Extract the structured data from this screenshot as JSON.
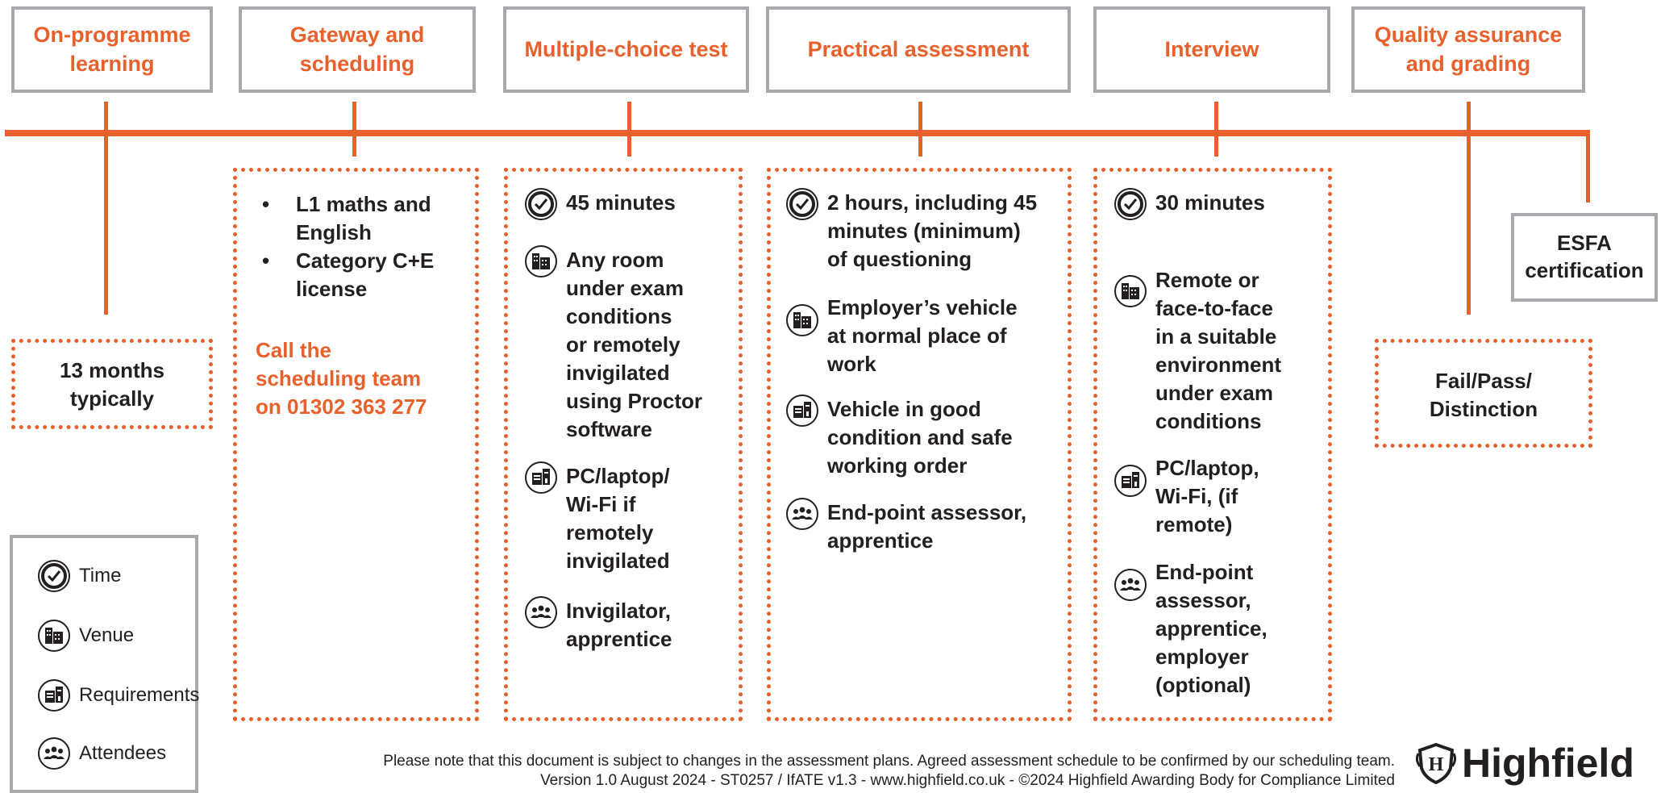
{
  "stages": {
    "on_programme": "On-programme\nlearning",
    "gateway": "Gateway and\nscheduling",
    "mct": "Multiple-choice test",
    "practical": "Practical assessment",
    "interview": "Interview",
    "qa": "Quality assurance\nand grading",
    "esfa": "ESFA\ncertification"
  },
  "on_programme_box": "13 months\ntypically",
  "gateway_box": {
    "bullets": [
      "L1 maths and English",
      "Category C+E license"
    ],
    "call": "Call the\nscheduling team\non 01302 363 277"
  },
  "mct_box": {
    "time": "45 minutes",
    "venue": "Any room\nunder exam\nconditions\nor remotely\ninvigilated\nusing Proctor\nsoftware",
    "requirements": "PC/laptop/\nWi-Fi if\nremotely\ninvigilated",
    "attendees": "Invigilator,\napprentice"
  },
  "practical_box": {
    "time": "2 hours, including 45\nminutes (minimum)\nof questioning",
    "venue": " Employer’s vehicle\nat normal place of\nwork",
    "requirements": "Vehicle in good\ncondition and safe\nworking order",
    "attendees": "End-point assessor,\napprentice"
  },
  "interview_box": {
    "time": "30 minutes",
    "venue": "Remote or\nface-to-face\nin a suitable\nenvironment\nunder exam\nconditions",
    "requirements": "PC/laptop,\nWi-Fi, (if\nremote)",
    "attendees": "End-point\nassessor,\napprentice,\nemployer\n(optional)"
  },
  "qa_box": "Fail/Pass/\nDistinction",
  "legend": {
    "time": "Time",
    "venue": "Venue",
    "requirements": "Requirements",
    "attendees": "Attendees"
  },
  "footer": {
    "line1": "Please note that this document is subject to changes in the assessment plans.  Agreed assessment schedule to be confirmed by our scheduling team.",
    "line2": "Version 1.0 August 2024  -  ST0257 / IfATE v1.3 - www.highfield.co.uk - ©2024 Highfield Awarding Body for Compliance Limited"
  },
  "logo_text": "Highfield",
  "logo_letter": "H",
  "colors": {
    "accent": "#e8612c",
    "border_grey": "#a7a9ac",
    "text": "#231f20"
  }
}
